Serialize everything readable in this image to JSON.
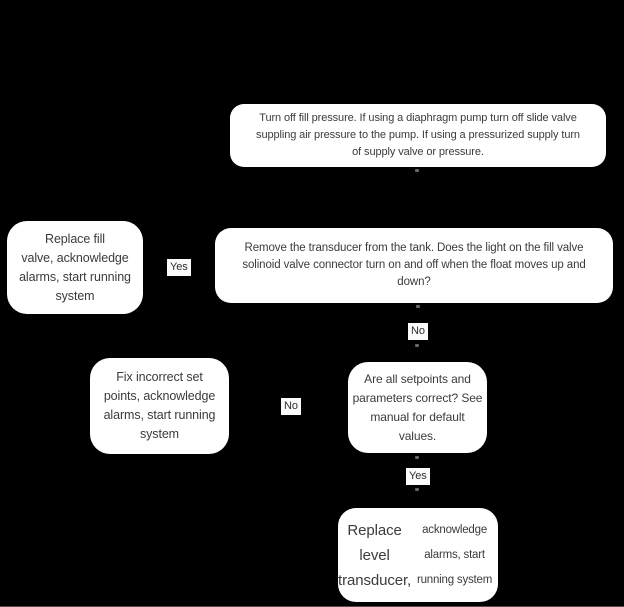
{
  "diagram": {
    "type": "troubleshooting-flowchart",
    "colors": {
      "background": "#000000",
      "node_fill": "#ffffff",
      "node_text": "#3b3b3b",
      "label_bg": "#fbfbfb",
      "label_text": "#2e2e2e"
    },
    "boxes": [
      {
        "id": "turn-off-fill-pressure",
        "text": "Turn off fill pressure. If using a diaphragm pump turn off slide valve\nsuppling air pressure to the pump. If using a pressurized supply turn\nof supply valve or pressure."
      },
      {
        "id": "replace-fill-valve",
        "text": "Replace fill\nvalve, acknowledge\nalarms, start running\nsystem"
      },
      {
        "id": "remove-transducer-question",
        "text": "Remove the transducer from the tank. Does the light on the fill valve\nsolinoid valve connector turn on and off when the float moves up and\ndown?"
      },
      {
        "id": "fix-incorrect-set-points",
        "text": "Fix incorrect set\npoints, acknowledge\nalarms, start running\nsystem"
      },
      {
        "id": "setpoints-correct-question",
        "text": "Are all setpoints and\nparameters correct? See\nmanual for default\nvalues."
      },
      {
        "id": "replace-level-transducer",
        "text_large": "Replace level\ntransducer,",
        "text_small": " acknowledge\nalarms, start running system"
      }
    ],
    "labels": [
      {
        "id": "yes-to-replace-fill-valve",
        "text": "Yes"
      },
      {
        "id": "no-from-remove-transducer",
        "text": "No"
      },
      {
        "id": "no-to-fix-set-points",
        "text": "No"
      },
      {
        "id": "yes-from-setpoints-correct",
        "text": "Yes"
      }
    ]
  }
}
